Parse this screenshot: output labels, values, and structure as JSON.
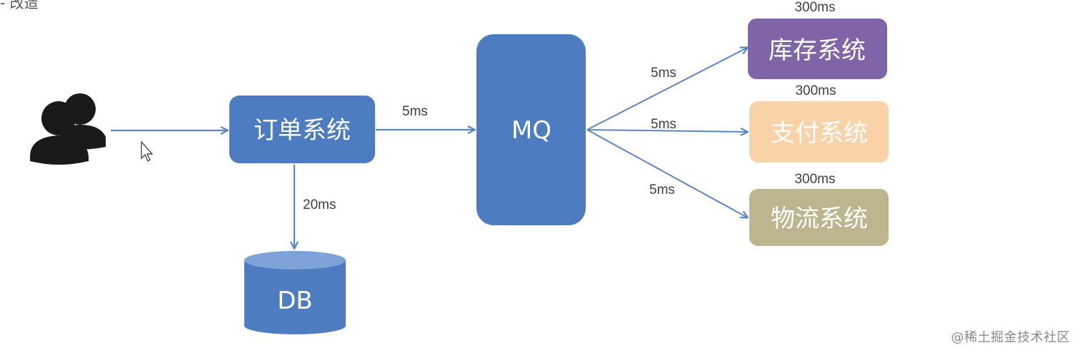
{
  "colors": {
    "primary": "#4e7cc0",
    "arrow": "#5b86c6",
    "inventory": "#7f65a8",
    "payment": "#f9d3a8",
    "logistics": "#bcb58d",
    "db_top": "#7ea3d8"
  },
  "corner_text": "- 改造",
  "icons": {
    "users": "users-icon",
    "cursor": "mouse-cursor-icon"
  },
  "nodes": {
    "order": "订单系统",
    "mq": "MQ",
    "db": "DB",
    "inventory": "库存系统",
    "payment": "支付系统",
    "logistics": "物流系统"
  },
  "edges": {
    "order_to_mq": "5ms",
    "order_to_db": "20ms",
    "mq_to_inventory": "5ms",
    "mq_to_payment": "5ms",
    "mq_to_logistics": "5ms"
  },
  "latencies": {
    "inventory": "300ms",
    "payment": "300ms",
    "logistics": "300ms"
  },
  "watermark": "@稀土掘金技术社区"
}
